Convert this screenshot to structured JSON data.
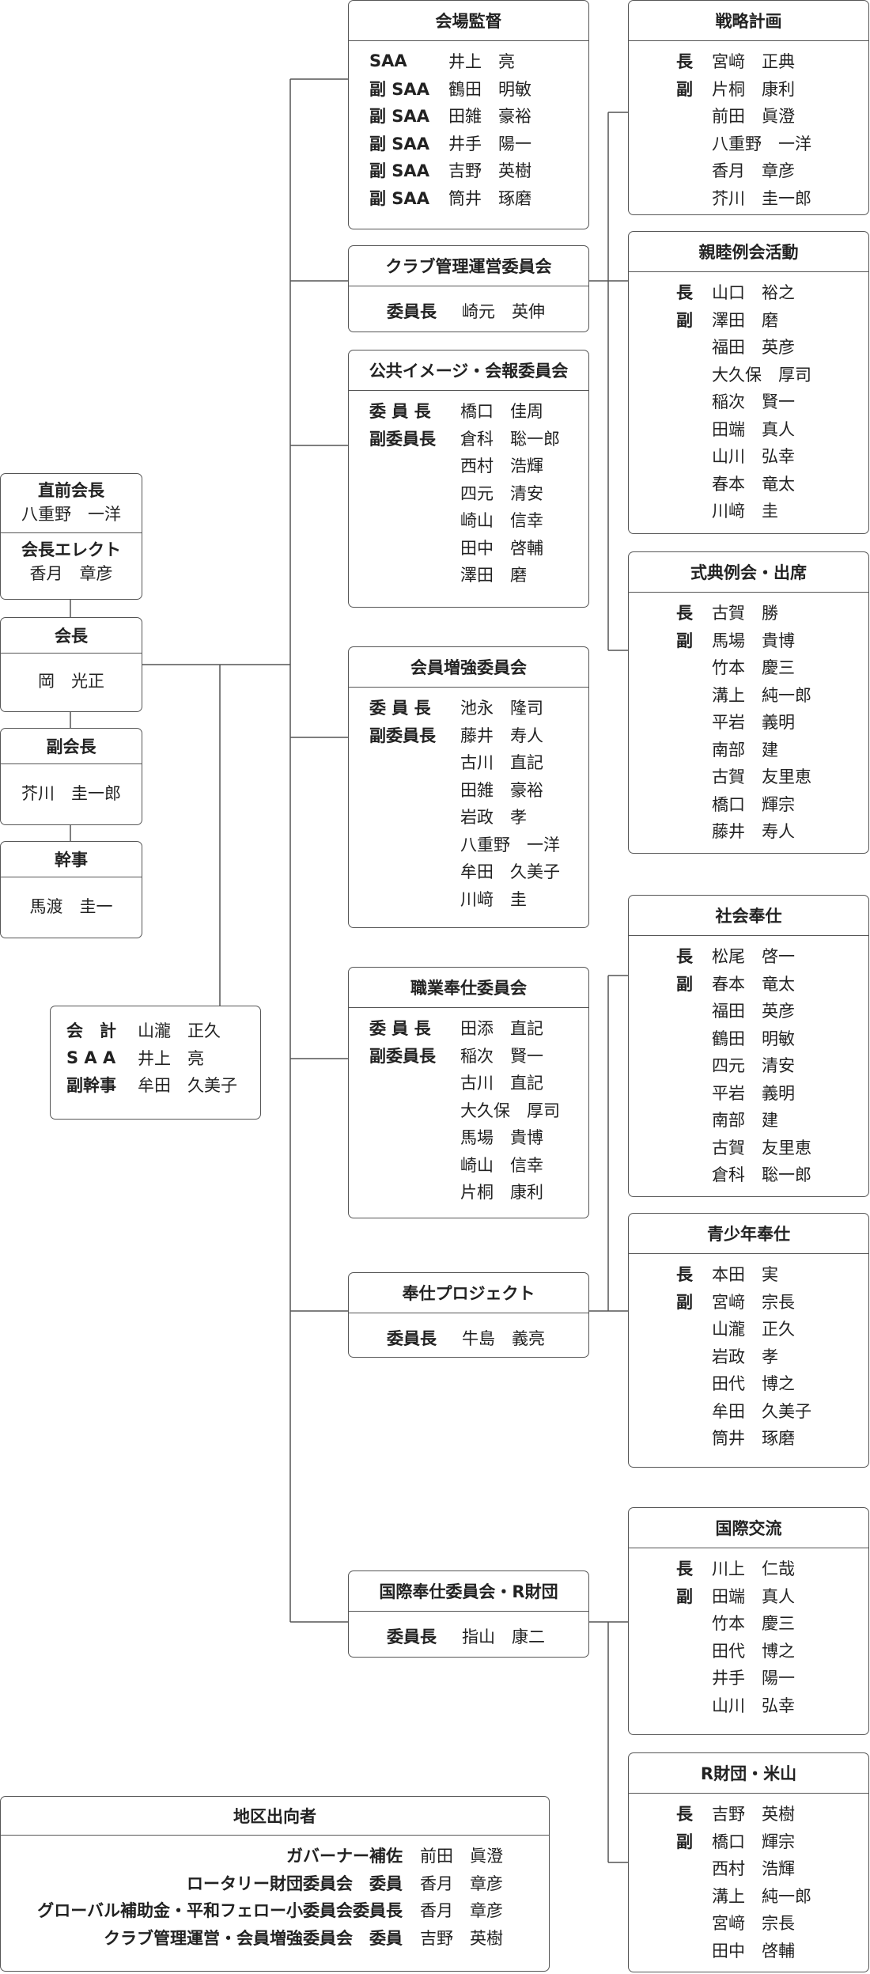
{
  "leaders": {
    "past_president": {
      "title": "直前会長",
      "name": "八重野　一洋"
    },
    "president_elect": {
      "title": "会長エレクト",
      "name": "香月　章彦"
    },
    "president": {
      "title": "会長",
      "name": "岡　光正"
    },
    "vice_president": {
      "title": "副会長",
      "name": "芥川　圭一郎"
    },
    "secretary": {
      "title": "幹事",
      "name": "馬渡　圭一"
    }
  },
  "officers": [
    {
      "role": "会　計",
      "name": "山瀧　正久"
    },
    {
      "role": "S A A",
      "name": "井上　亮"
    },
    {
      "role": "副幹事",
      "name": "牟田　久美子"
    }
  ],
  "middle": [
    {
      "title": "会場監督",
      "members": [
        {
          "role": "SAA",
          "name": "井上　亮"
        },
        {
          "role": "副 SAA",
          "name": "鶴田　明敏"
        },
        {
          "role": "副 SAA",
          "name": "田雑　豪裕"
        },
        {
          "role": "副 SAA",
          "name": "井手　陽一"
        },
        {
          "role": "副 SAA",
          "name": "吉野　英樹"
        },
        {
          "role": "副 SAA",
          "name": "筒井　琢磨"
        }
      ]
    },
    {
      "title": "クラブ管理運営委員会",
      "members": [
        {
          "role": "委員長",
          "name": "崎元　英伸"
        }
      ]
    },
    {
      "title": "公共イメージ・会報委員会",
      "members": [
        {
          "role": "委 員 長",
          "name": "橋口　佳周"
        },
        {
          "role": "副委員長",
          "name": "倉科　聡一郎"
        },
        {
          "role": "",
          "name": "西村　浩輝"
        },
        {
          "role": "",
          "name": "四元　清安"
        },
        {
          "role": "",
          "name": "崎山　信幸"
        },
        {
          "role": "",
          "name": "田中　啓輔"
        },
        {
          "role": "",
          "name": "澤田　磨"
        }
      ]
    },
    {
      "title": "会員増強委員会",
      "members": [
        {
          "role": "委 員 長",
          "name": "池永　隆司"
        },
        {
          "role": "副委員長",
          "name": "藤井　寿人"
        },
        {
          "role": "",
          "name": "古川　直記"
        },
        {
          "role": "",
          "name": "田雑　豪裕"
        },
        {
          "role": "",
          "name": "岩政　孝"
        },
        {
          "role": "",
          "name": "八重野　一洋"
        },
        {
          "role": "",
          "name": "牟田　久美子"
        },
        {
          "role": "",
          "name": "川﨑　圭"
        }
      ]
    },
    {
      "title": "職業奉仕委員会",
      "members": [
        {
          "role": "委 員 長",
          "name": "田添　直記"
        },
        {
          "role": "副委員長",
          "name": "稲次　賢一"
        },
        {
          "role": "",
          "name": "古川　直記"
        },
        {
          "role": "",
          "name": "大久保　厚司"
        },
        {
          "role": "",
          "name": "馬場　貴博"
        },
        {
          "role": "",
          "name": "崎山　信幸"
        },
        {
          "role": "",
          "name": "片桐　康利"
        }
      ]
    },
    {
      "title": "奉仕プロジェクト",
      "members": [
        {
          "role": "委員長",
          "name": "牛島　義亮"
        }
      ]
    },
    {
      "title": "国際奉仕委員会・R財団",
      "members": [
        {
          "role": "委員長",
          "name": "指山　康二"
        }
      ]
    }
  ],
  "right": [
    {
      "title": "戦略計画",
      "members": [
        {
          "role": "長",
          "name": "宮﨑　正典"
        },
        {
          "role": "副",
          "name": "片桐　康利"
        },
        {
          "role": "",
          "name": "前田　眞澄"
        },
        {
          "role": "",
          "name": "八重野　一洋"
        },
        {
          "role": "",
          "name": "香月　章彦"
        },
        {
          "role": "",
          "name": "芥川　圭一郎"
        }
      ]
    },
    {
      "title": "親睦例会活動",
      "members": [
        {
          "role": "長",
          "name": "山口　裕之"
        },
        {
          "role": "副",
          "name": "澤田　磨"
        },
        {
          "role": "",
          "name": "福田　英彦"
        },
        {
          "role": "",
          "name": "大久保　厚司"
        },
        {
          "role": "",
          "name": "稲次　賢一"
        },
        {
          "role": "",
          "name": "田端　真人"
        },
        {
          "role": "",
          "name": "山川　弘幸"
        },
        {
          "role": "",
          "name": "春本　竜太"
        },
        {
          "role": "",
          "name": "川﨑　圭"
        }
      ]
    },
    {
      "title": "式典例会・出席",
      "members": [
        {
          "role": "長",
          "name": "古賀　勝"
        },
        {
          "role": "副",
          "name": "馬場　貴博"
        },
        {
          "role": "",
          "name": "竹本　慶三"
        },
        {
          "role": "",
          "name": "溝上　純一郎"
        },
        {
          "role": "",
          "name": "平岩　義明"
        },
        {
          "role": "",
          "name": "南部　建"
        },
        {
          "role": "",
          "name": "古賀　友里恵"
        },
        {
          "role": "",
          "name": "橋口　輝宗"
        },
        {
          "role": "",
          "name": "藤井　寿人"
        }
      ]
    },
    {
      "title": "社会奉仕",
      "members": [
        {
          "role": "長",
          "name": "松尾　啓一"
        },
        {
          "role": "副",
          "name": "春本　竜太"
        },
        {
          "role": "",
          "name": "福田　英彦"
        },
        {
          "role": "",
          "name": "鶴田　明敏"
        },
        {
          "role": "",
          "name": "四元　清安"
        },
        {
          "role": "",
          "name": "平岩　義明"
        },
        {
          "role": "",
          "name": "南部　建"
        },
        {
          "role": "",
          "name": "古賀　友里恵"
        },
        {
          "role": "",
          "name": "倉科　聡一郎"
        }
      ]
    },
    {
      "title": "青少年奉仕",
      "members": [
        {
          "role": "長",
          "name": "本田　実"
        },
        {
          "role": "副",
          "name": "宮﨑　宗長"
        },
        {
          "role": "",
          "name": "山瀧　正久"
        },
        {
          "role": "",
          "name": "岩政　孝"
        },
        {
          "role": "",
          "name": "田代　博之"
        },
        {
          "role": "",
          "name": "牟田　久美子"
        },
        {
          "role": "",
          "name": "筒井　琢磨"
        }
      ]
    },
    {
      "title": "国際交流",
      "members": [
        {
          "role": "長",
          "name": "川上　仁哉"
        },
        {
          "role": "副",
          "name": "田端　真人"
        },
        {
          "role": "",
          "name": "竹本　慶三"
        },
        {
          "role": "",
          "name": "田代　博之"
        },
        {
          "role": "",
          "name": "井手　陽一"
        },
        {
          "role": "",
          "name": "山川　弘幸"
        }
      ]
    },
    {
      "title": "R財団・米山",
      "members": [
        {
          "role": "長",
          "name": "吉野　英樹"
        },
        {
          "role": "副",
          "name": "橋口　輝宗"
        },
        {
          "role": "",
          "name": "西村　浩輝"
        },
        {
          "role": "",
          "name": "溝上　純一郎"
        },
        {
          "role": "",
          "name": "宮﨑　宗長"
        },
        {
          "role": "",
          "name": "田中　啓輔"
        }
      ]
    }
  ],
  "district": {
    "title": "地区出向者",
    "rows": [
      {
        "role": "ガバーナー補佐",
        "name": "前田　眞澄"
      },
      {
        "role": "ロータリー財団委員会　委員",
        "name": "香月　章彦"
      },
      {
        "role": "グローバル補助金・平和フェロー小委員会委員長",
        "name": "香月　章彦"
      },
      {
        "role": "クラブ管理運営・会員増強委員会　委員",
        "name": "吉野　英樹"
      }
    ]
  }
}
